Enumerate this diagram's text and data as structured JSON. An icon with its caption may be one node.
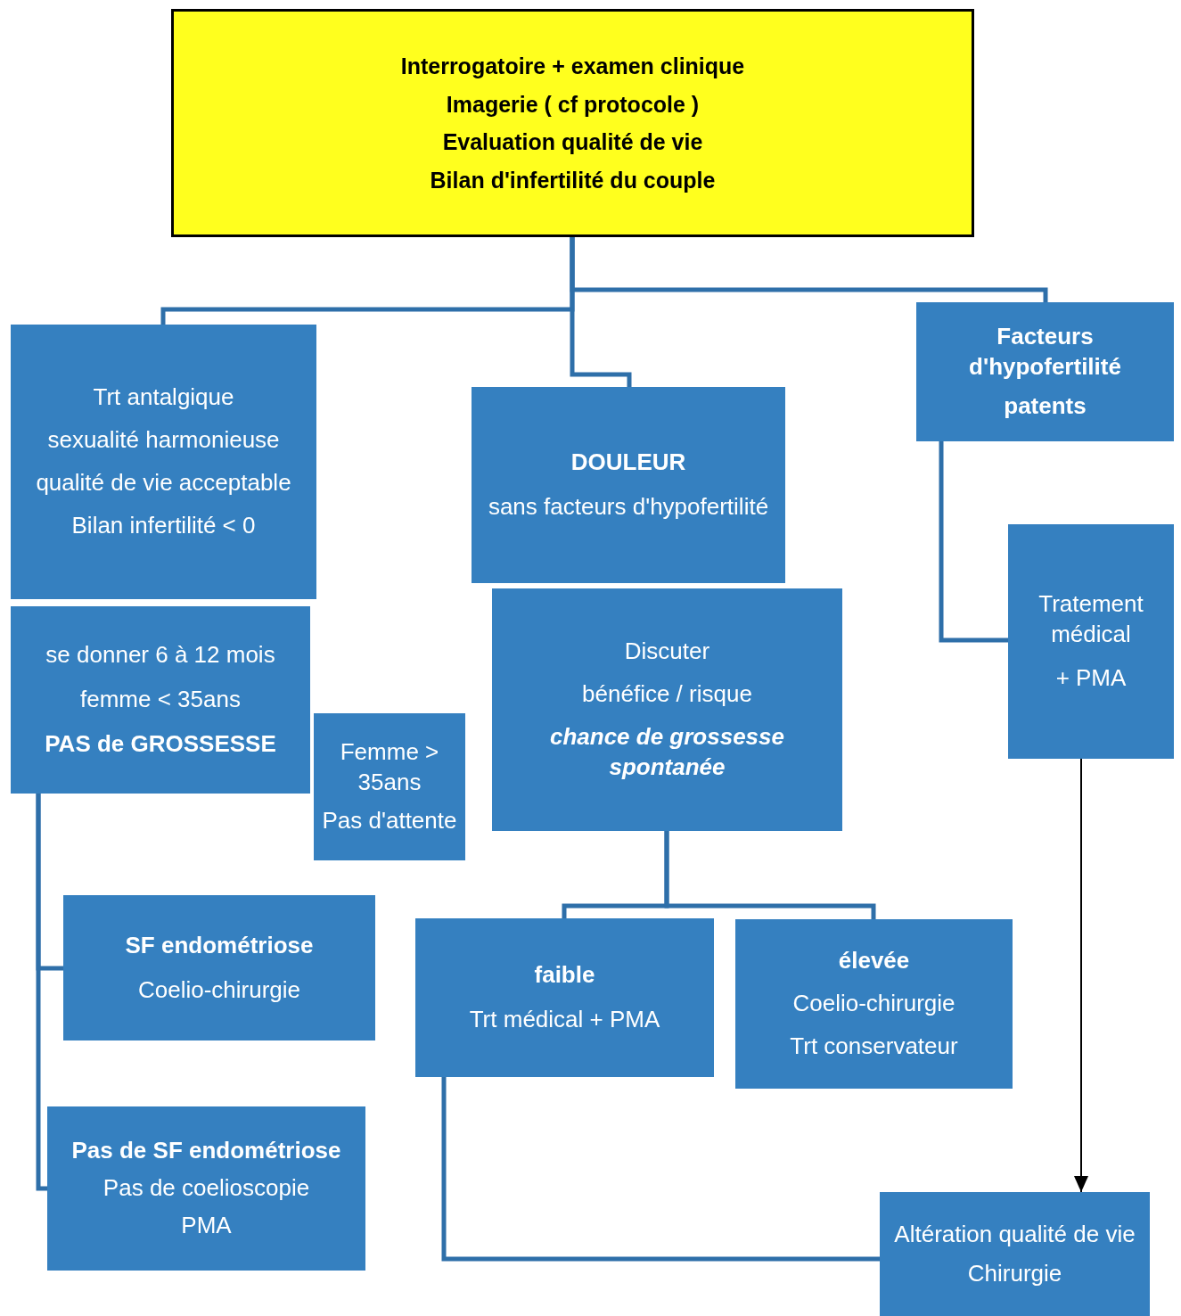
{
  "diagram": {
    "nodes": [
      {
        "text": [
          "Interrogatoire + examen clinique",
          "Imagerie ( cf protocole )",
          "Evaluation qualité de vie",
          "Bilan d'infertilité du couple"
        ]
      },
      {
        "text": [
          "Trt antalgique",
          "sexualité harmonieuse",
          "qualité de vie acceptable",
          "Bilan infertilité < 0"
        ]
      },
      {
        "text": [
          "DOULEUR",
          "sans facteurs d'hypofertilité"
        ]
      },
      {
        "text": [
          "Facteurs d'hypofertilité",
          "patents"
        ]
      },
      {
        "text": [
          "se donner 6 à 12 mois",
          "femme < 35ans",
          "PAS de GROSSESSE"
        ]
      },
      {
        "text": [
          "Femme > 35ans",
          "Pas d'attente"
        ]
      },
      {
        "text": [
          "Discuter",
          "bénéfice / risque",
          "chance de grossesse spontanée"
        ]
      },
      {
        "text": [
          "Tratement médical",
          "+ PMA"
        ]
      },
      {
        "text": [
          "SF endométriose",
          "Coelio-chirurgie"
        ]
      },
      {
        "text": [
          "faible",
          "Trt médical + PMA"
        ]
      },
      {
        "text": [
          "élevée",
          "Coelio-chirurgie",
          "Trt conservateur"
        ]
      },
      {
        "text": [
          "Pas de SF endométriose",
          "Pas de coelioscopie",
          "PMA"
        ]
      },
      {
        "text": [
          "Altération qualité de vie",
          "Chirurgie"
        ]
      }
    ],
    "edges": [
      {
        "from": 0,
        "to": 1,
        "arrow": "none"
      },
      {
        "from": 0,
        "to": 2,
        "arrow": "none"
      },
      {
        "from": 0,
        "to": 3,
        "arrow": "none"
      },
      {
        "from": 3,
        "to": 7,
        "arrow": "none"
      },
      {
        "from": 7,
        "to": 12,
        "arrow": "to",
        "color": "#000000"
      },
      {
        "from": 6,
        "to": 9,
        "arrow": "none"
      },
      {
        "from": 6,
        "to": 10,
        "arrow": "none"
      },
      {
        "from": 4,
        "to": 8,
        "arrow": "none"
      },
      {
        "from": 4,
        "to": 11,
        "arrow": "none"
      },
      {
        "from": 9,
        "to": 12,
        "arrow": "none"
      }
    ]
  }
}
